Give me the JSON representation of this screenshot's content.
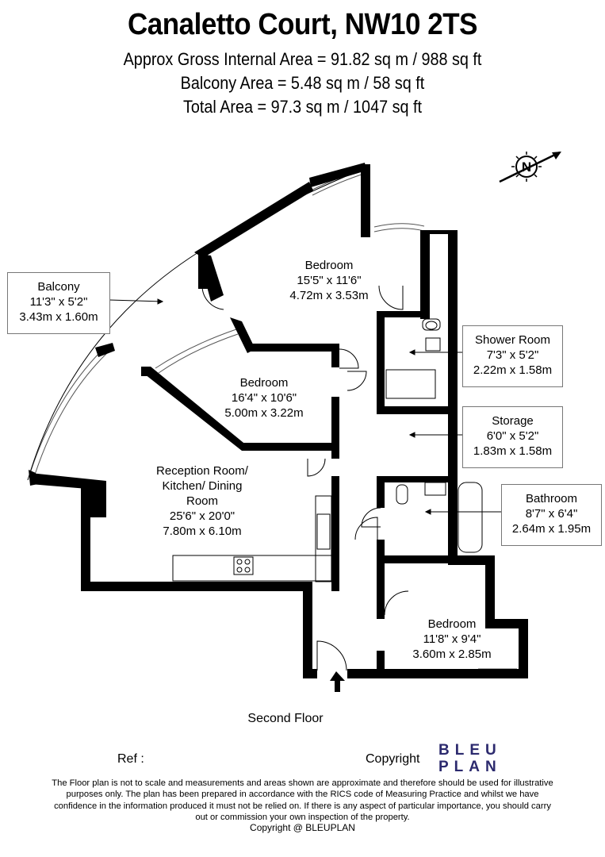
{
  "header": {
    "title": "Canaletto Court, NW10 2TS",
    "gross_area": "Approx Gross Internal Area = 91.82 sq m / 988 sq ft",
    "balcony_area": "Balcony Area = 5.48 sq m / 58 sq ft",
    "total_area": "Total Area = 97.3 sq m / 1047 sq ft"
  },
  "compass": {
    "letter": "N"
  },
  "rooms": {
    "bedroom1": {
      "name": "Bedroom",
      "imperial": "15'5\" x 11'6\"",
      "metric": "4.72m x 3.53m"
    },
    "bedroom2": {
      "name": "Bedroom",
      "imperial": "16'4\" x 10'6\"",
      "metric": "5.00m x 3.22m"
    },
    "reception": {
      "name1": "Reception Room/",
      "name2": "Kitchen/ Dining",
      "name3": "Room",
      "imperial": "25'6\" x 20'0\"",
      "metric": "7.80m x 6.10m"
    },
    "bedroom3": {
      "name": "Bedroom",
      "imperial": "11'8\" x 9'4\"",
      "metric": "3.60m x 2.85m"
    },
    "balcony": {
      "name": "Balcony",
      "imperial": "11'3\" x 5'2\"",
      "metric": "3.43m x 1.60m"
    },
    "shower": {
      "name": "Shower Room",
      "imperial": "7'3\" x 5'2\"",
      "metric": "2.22m x 1.58m"
    },
    "storage": {
      "name": "Storage",
      "imperial": "6'0\" x 5'2\"",
      "metric": "1.83m x 1.58m"
    },
    "bathroom": {
      "name": "Bathroom",
      "imperial": "8'7\" x 6'4\"",
      "metric": "2.64m x 1.95m"
    }
  },
  "footer": {
    "floor": "Second Floor",
    "ref": "Ref  :",
    "copyright": "Copyright",
    "logo_line1": "BLEU",
    "logo_line2": "PLAN",
    "disclaimer": "The Floor plan is not to scale and measurements and areas shown are approximate and therefore should be used for illustrative purposes only. The plan has been prepared in accordance with the RICS code of Measuring Practice and whilst we have confidence in the information produced it must not be relied on. If there is any aspect of particular importance, you should carry out or commission your own inspection of the property.",
    "copyline": "Copyright @ BLEUPLAN"
  },
  "colors": {
    "wall": "#000000",
    "logo": "#2c2a6e",
    "label_border": "#777777"
  }
}
